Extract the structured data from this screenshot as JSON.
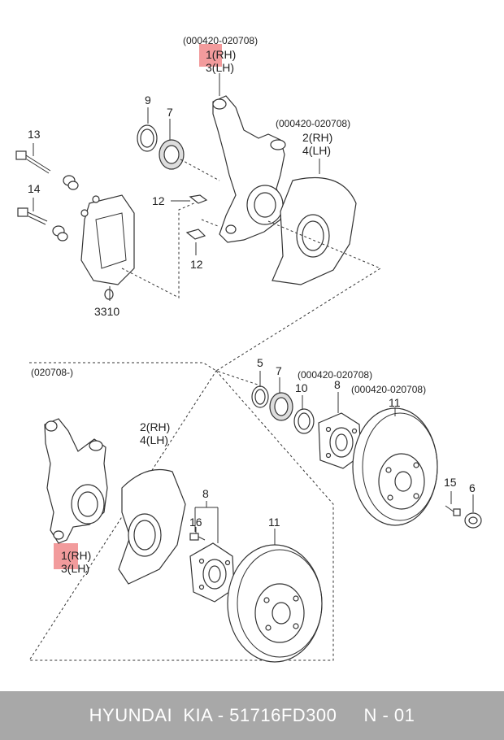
{
  "labels": {
    "top_date": "(000420-020708)",
    "top_rh": "1(RH)",
    "top_lh": "3(LH)",
    "n9": "9",
    "n7a": "7",
    "shield_date": "(000420-020708)",
    "shield_rh": "2(RH)",
    "shield_lh": "4(LH)",
    "n13": "13",
    "n14": "14",
    "n12a": "12",
    "n12b": "12",
    "n3310": "3310",
    "box_date": "(020708-)",
    "n5": "5",
    "n7b": "7",
    "n10_date": "(000420-020708)",
    "n10": "10",
    "n8a": "8",
    "n11_date": "(000420-020708)",
    "n11a": "11",
    "n15": "15",
    "n6": "6",
    "lower_rh": "1(RH)",
    "lower_lh": "3(LH)",
    "lower_shield_rh": "2(RH)",
    "lower_shield_lh": "4(LH)",
    "n16": "16",
    "n8b": "8",
    "n11b": "11"
  },
  "footer": {
    "text": "HYUNDAI  KIA - 51716FD300     N - 01"
  },
  "colors": {
    "highlight": "#e8484a",
    "footer_bg": "#a8a8a8"
  }
}
